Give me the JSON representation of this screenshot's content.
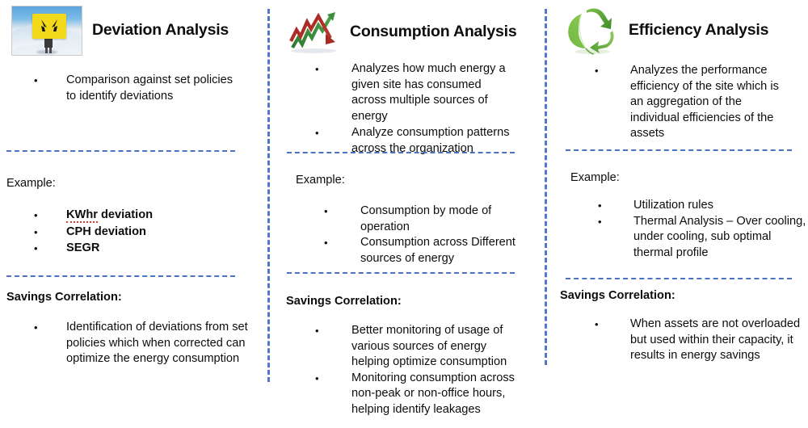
{
  "slide": {
    "background": "#ffffff",
    "divider_color": "#4a72c4",
    "text_color": "#0d0d0d",
    "misspelling_underline_color": "#e03a2f"
  },
  "columns": [
    {
      "id": "deviation",
      "title": "Deviation Analysis",
      "icon": "person-holding-yellow-deviation-sign-photo",
      "intro_bullets": [
        "Comparison against set policies to identify deviations"
      ],
      "example_label": "Example:",
      "example_bullets": [
        "KWhr deviation",
        "CPH deviation",
        "SEGR"
      ],
      "example_bullets_bold": true,
      "misspelled_word": "KWhr",
      "savings_label": "Savings Correlation:",
      "savings_bullets": [
        "Identification of deviations from set policies which when corrected can optimize the energy consumption"
      ]
    },
    {
      "id": "consumption",
      "title": "Consumption Analysis",
      "icon": "zigzag-red-green-trend-arrows",
      "intro_bullets": [
        "Analyzes how much energy a given site has consumed across multiple sources of energy",
        "Analyze consumption patterns across the organization"
      ],
      "example_label": "Example:",
      "example_bullets": [
        "Consumption by mode of operation",
        "Consumption across Different sources of energy"
      ],
      "example_bullets_bold": false,
      "savings_label": "Savings Correlation:",
      "savings_bullets": [
        "Better monitoring of usage of various sources of energy helping optimize consumption",
        "Monitoring consumption across non-peak or non-office hours, helping identify leakages"
      ]
    },
    {
      "id": "efficiency",
      "title": "Efficiency Analysis",
      "icon": "green-recycle-leaf-symbol",
      "intro_bullets": [
        "Analyzes the performance efficiency of the site which is an aggregation of the individual efficiencies of the assets"
      ],
      "example_label": "Example:",
      "example_bullets": [
        "Utilization rules",
        "Thermal Analysis – Over cooling, under cooling, sub optimal thermal profile"
      ],
      "example_bullets_bold": false,
      "savings_label": "Savings Correlation:",
      "savings_bullets": [
        "When assets are not overloaded but used within their capacity, it results in energy savings"
      ]
    }
  ],
  "bullet_glyph": "•"
}
